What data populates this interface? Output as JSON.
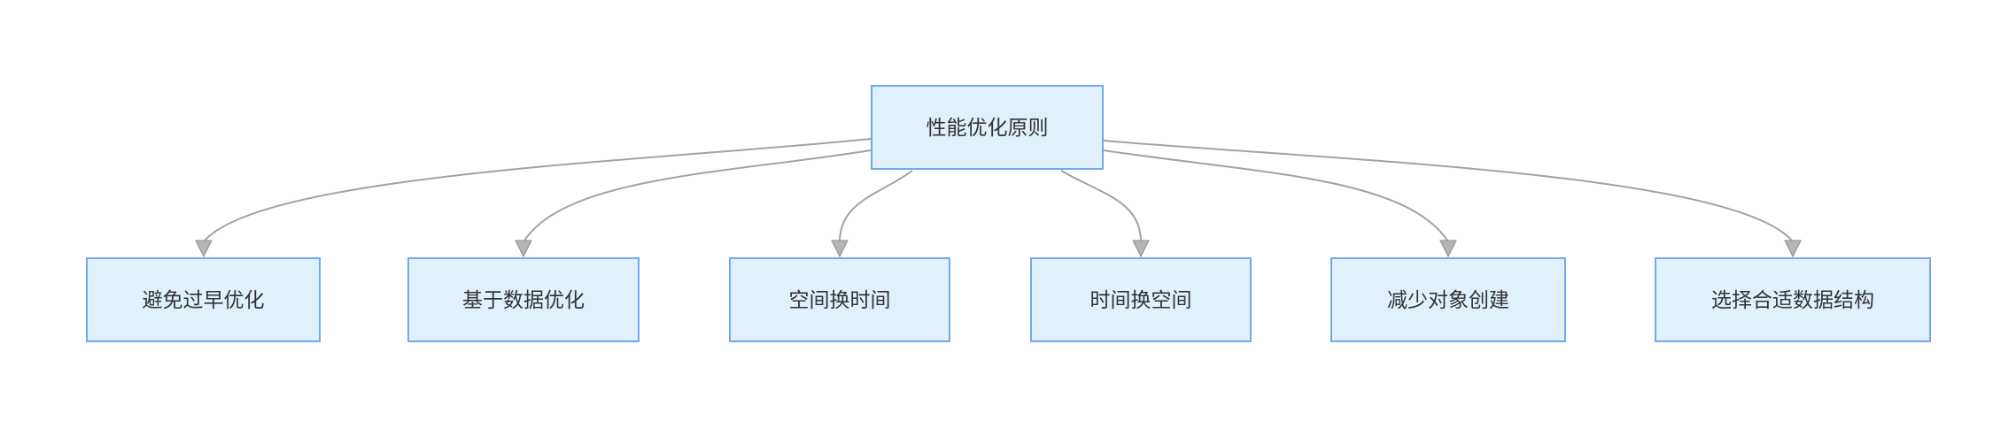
{
  "diagram": {
    "type": "flowchart",
    "direction": "top-down",
    "root": {
      "id": "root",
      "label": "性能优化原则"
    },
    "children": [
      {
        "id": "c1",
        "label": "避免过早优化"
      },
      {
        "id": "c2",
        "label": "基于数据优化"
      },
      {
        "id": "c3",
        "label": "空间换时间"
      },
      {
        "id": "c4",
        "label": "时间换空间"
      },
      {
        "id": "c5",
        "label": "减少对象创建"
      },
      {
        "id": "c6",
        "label": "选择合适数据结构"
      }
    ],
    "edges": [
      {
        "from": "root",
        "to": "c1"
      },
      {
        "from": "root",
        "to": "c2"
      },
      {
        "from": "root",
        "to": "c3"
      },
      {
        "from": "root",
        "to": "c4"
      },
      {
        "from": "root",
        "to": "c5"
      },
      {
        "from": "root",
        "to": "c6"
      }
    ],
    "colors": {
      "background": "#ffffff",
      "node_fill": "#e1f1fc",
      "node_border": "#74a7f0",
      "edge_line": "#a3a3a3",
      "arrow_fill": "#b5b5b5",
      "text": "#333333"
    }
  }
}
